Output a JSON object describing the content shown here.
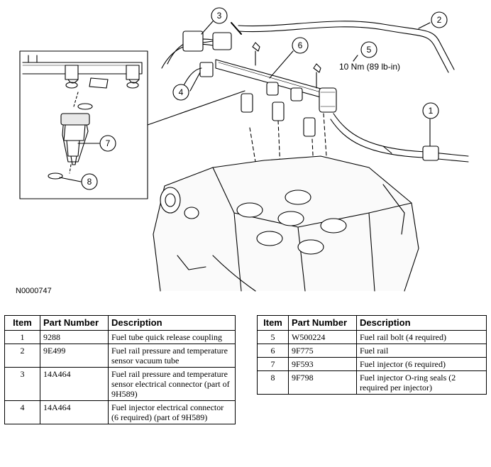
{
  "figure": {
    "drawing_id": "N0000747",
    "torque_spec": "10 Nm (89 lb-in)",
    "callouts": [
      "1",
      "2",
      "3",
      "4",
      "5",
      "6",
      "7",
      "8"
    ]
  },
  "table_left": {
    "headers": [
      "Item",
      "Part Number",
      "Description"
    ],
    "rows": [
      {
        "item": "1",
        "part": "9288",
        "desc": "Fuel tube quick release coupling"
      },
      {
        "item": "2",
        "part": "9E499",
        "desc": "Fuel rail pressure and temperature sensor vacuum tube"
      },
      {
        "item": "3",
        "part": "14A464",
        "desc": "Fuel rail pressure and temperature sensor electrical connector (part of 9H589)"
      },
      {
        "item": "4",
        "part": "14A464",
        "desc": "Fuel injector electrical connector (6 required) (part of 9H589)"
      }
    ]
  },
  "table_right": {
    "headers": [
      "Item",
      "Part Number",
      "Description"
    ],
    "rows": [
      {
        "item": "5",
        "part": "W500224",
        "desc": "Fuel rail bolt (4 required)"
      },
      {
        "item": "6",
        "part": "9F775",
        "desc": "Fuel rail"
      },
      {
        "item": "7",
        "part": "9F593",
        "desc": "Fuel injector (6 required)"
      },
      {
        "item": "8",
        "part": "9F798",
        "desc": "Fuel injector O-ring seals (2 required per injector)"
      }
    ]
  }
}
